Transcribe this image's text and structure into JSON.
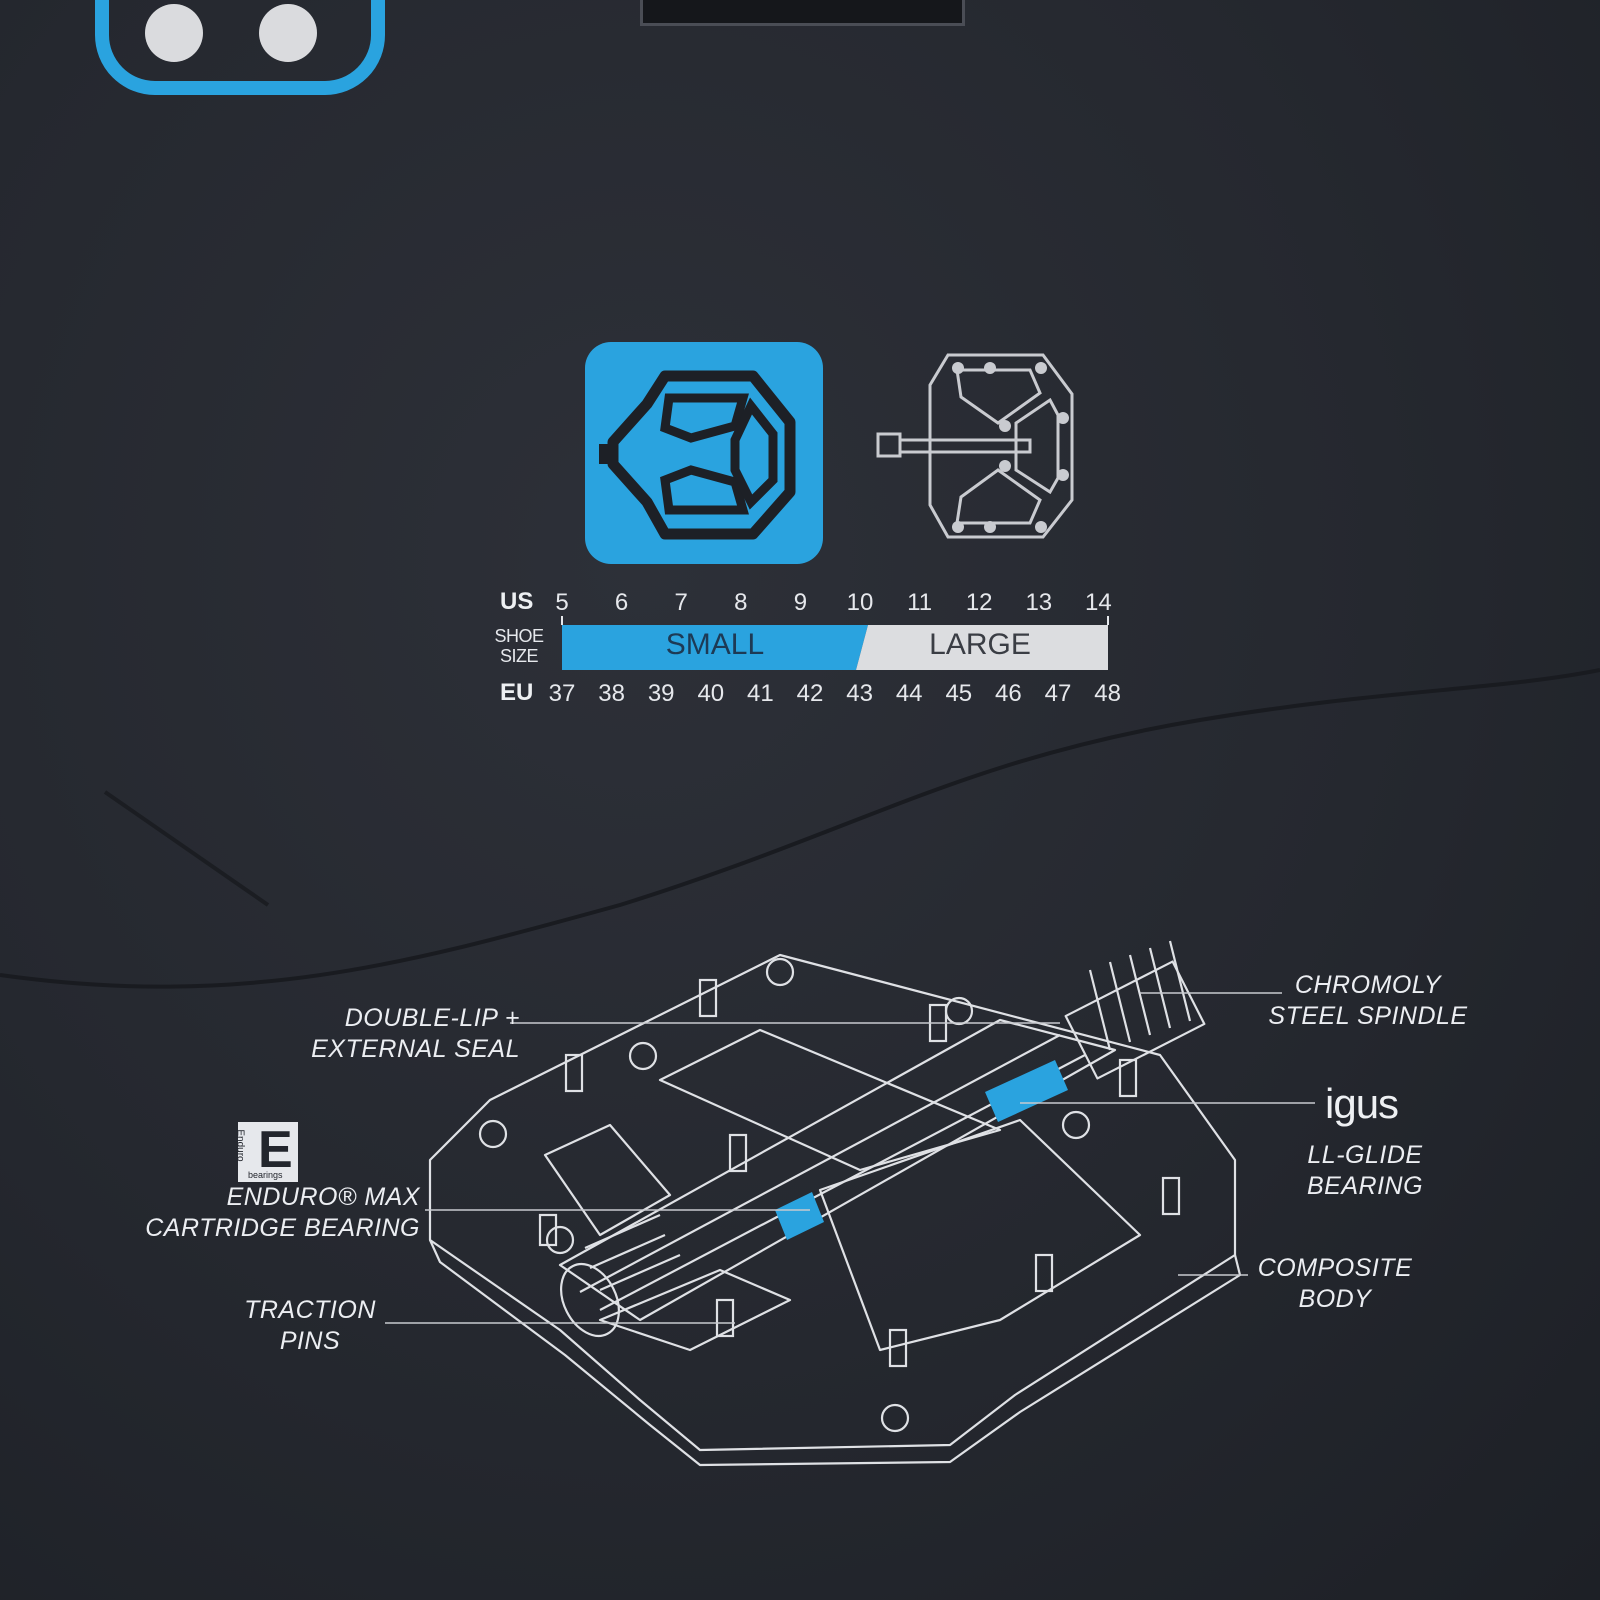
{
  "colors": {
    "accent": "#2aa3df",
    "background": "#25282f",
    "line": "#e6e8ec",
    "large_fill": "#dcdde0"
  },
  "size_chart": {
    "us_label": "US",
    "eu_label": "EU",
    "shoe_size_label_1": "SHOE",
    "shoe_size_label_2": "SIZE",
    "us": [
      "5",
      "6",
      "7",
      "8",
      "9",
      "10",
      "11",
      "12",
      "13",
      "14"
    ],
    "eu": [
      "37",
      "38",
      "39",
      "40",
      "41",
      "42",
      "43",
      "44",
      "45",
      "46",
      "47",
      "48"
    ],
    "small_label": "SMALL",
    "large_label": "LARGE"
  },
  "callouts": {
    "seal_1": "DOUBLE-LIP +",
    "seal_2": "EXTERNAL SEAL",
    "spindle_1": "CHROMOLY",
    "spindle_2": "STEEL SPINDLE",
    "igus_logo": "igus",
    "igus_1": "LL-GLIDE",
    "igus_2": "BEARING",
    "enduro_1": "ENDURO® MAX",
    "enduro_2": "CARTRIDGE BEARING",
    "enduro_logo_letter": "E",
    "enduro_logo_word": "Enduro",
    "enduro_logo_sub": "bearings",
    "pins_1": "TRACTION",
    "pins_2": "PINS",
    "body_1": "COMPOSITE",
    "body_2": "BODY"
  }
}
